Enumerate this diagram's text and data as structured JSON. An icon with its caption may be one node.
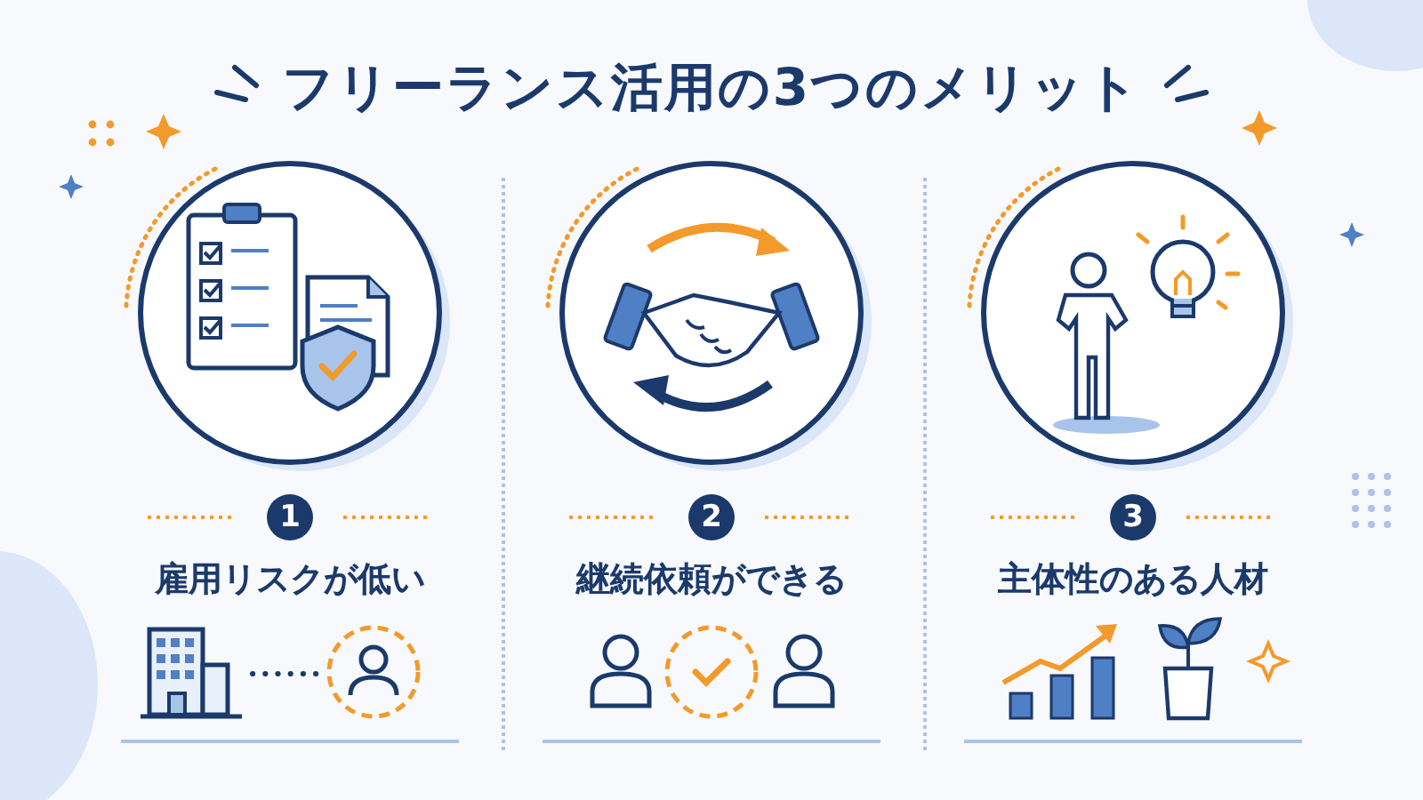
{
  "diagram": {
    "title": "フリーランス活用の3つのメリット",
    "nodes": [
      {
        "text": [
          "1"
        ],
        "beside": [
          "雇用リスクが低い"
        ]
      },
      {
        "text": [
          "2"
        ],
        "beside": [
          "継続依頼ができる"
        ]
      },
      {
        "text": [
          "3"
        ],
        "beside": [
          "主体性のある人材"
        ]
      },
      {
        "text": [],
        "shape": "picture"
      },
      {
        "text": [],
        "shape": "picture"
      }
    ],
    "edges": [
      {
        "from": 3,
        "to": 4,
        "arrow": "none",
        "style": "dashed"
      }
    ]
  }
}
